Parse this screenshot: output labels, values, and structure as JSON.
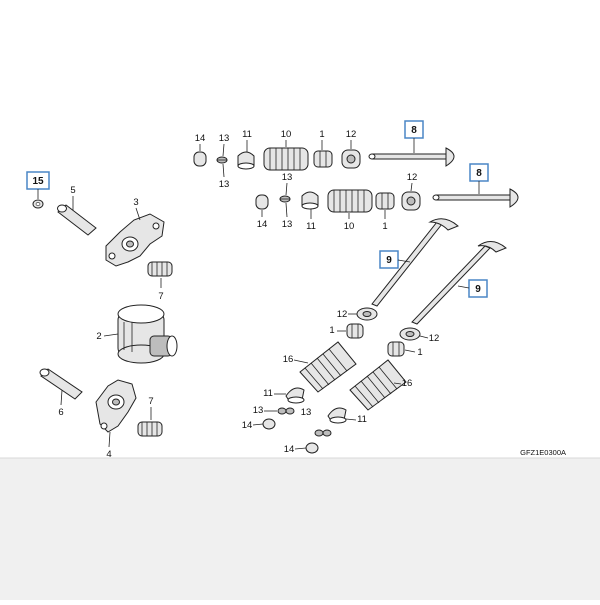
{
  "diagram": {
    "code": "GFZ1E0300A",
    "colors": {
      "highlight_box": "#4a86c5",
      "ink": "#222222",
      "bottom_band": "#f0f0f0"
    },
    "callouts": {
      "c1a": "1",
      "c1b": "1",
      "c1c": "1",
      "c1d": "1",
      "c2": "2",
      "c3": "3",
      "c4": "4",
      "c5": "5",
      "c6": "6",
      "c7a": "7",
      "c7b": "7",
      "c8a": "8",
      "c8b": "8",
      "c9a": "9",
      "c9b": "9",
      "c10a": "10",
      "c10b": "10",
      "c11a": "11",
      "c11b": "11",
      "c11c": "11",
      "c11d": "11",
      "c12a": "12",
      "c12b": "12",
      "c12c": "12",
      "c12d": "12",
      "c13a": "13",
      "c13b": "13",
      "c13c": "13",
      "c13d": "13",
      "c13e": "13",
      "c13f": "13",
      "c14a": "14",
      "c14b": "14",
      "c14c": "14",
      "c14d": "14",
      "c15": "15",
      "c16a": "16",
      "c16b": "16"
    }
  }
}
